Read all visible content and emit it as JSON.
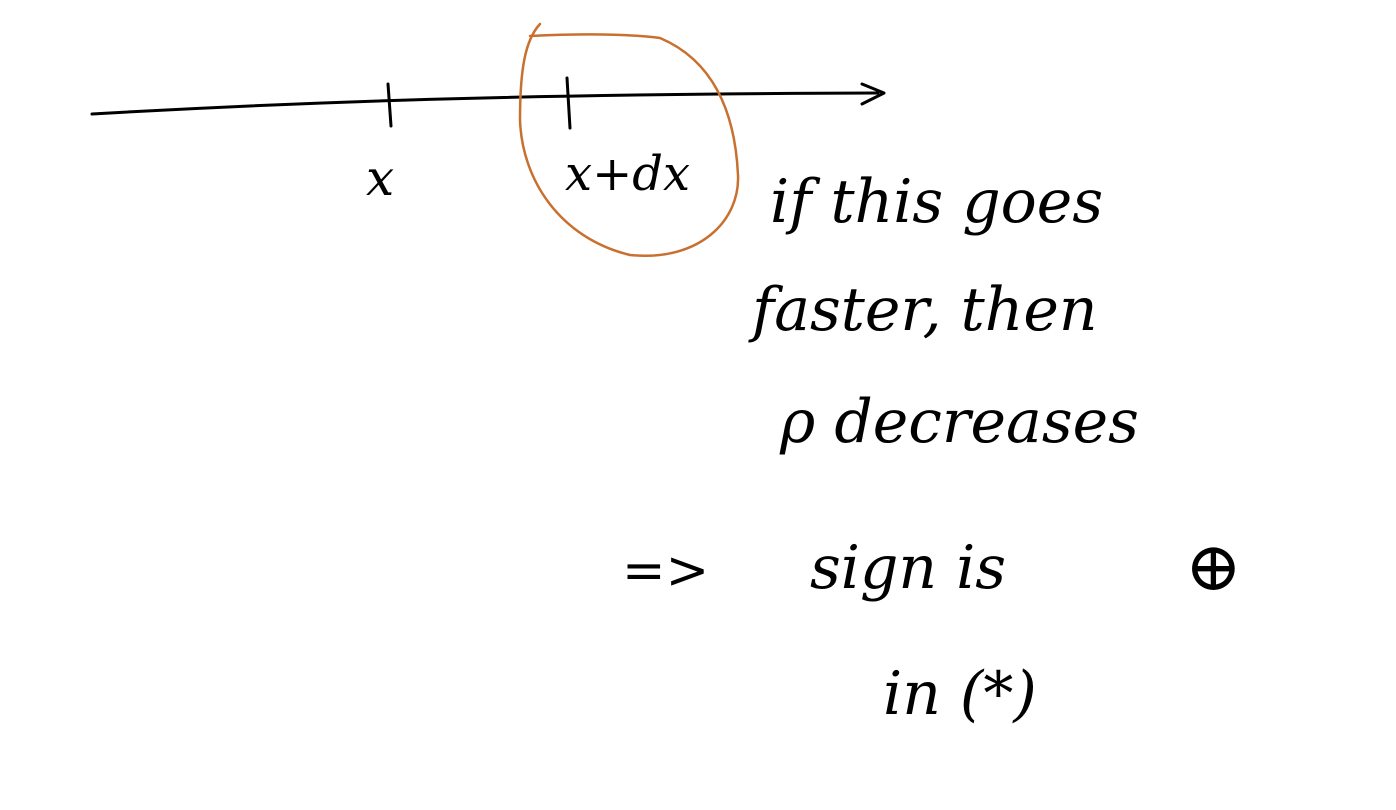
{
  "canvas": {
    "background": "#ffffff",
    "ink_color": "#000000",
    "highlight_color": "#c8702f"
  },
  "axis": {
    "tick_labels": [
      "x",
      "x+dx"
    ]
  },
  "note": {
    "lines": [
      "if this goes",
      "faster, then",
      "ρ decreases"
    ]
  },
  "conclusion": {
    "arrow": "=>",
    "text": "sign is",
    "sign_symbol": "⊕",
    "location": "in (*)"
  }
}
